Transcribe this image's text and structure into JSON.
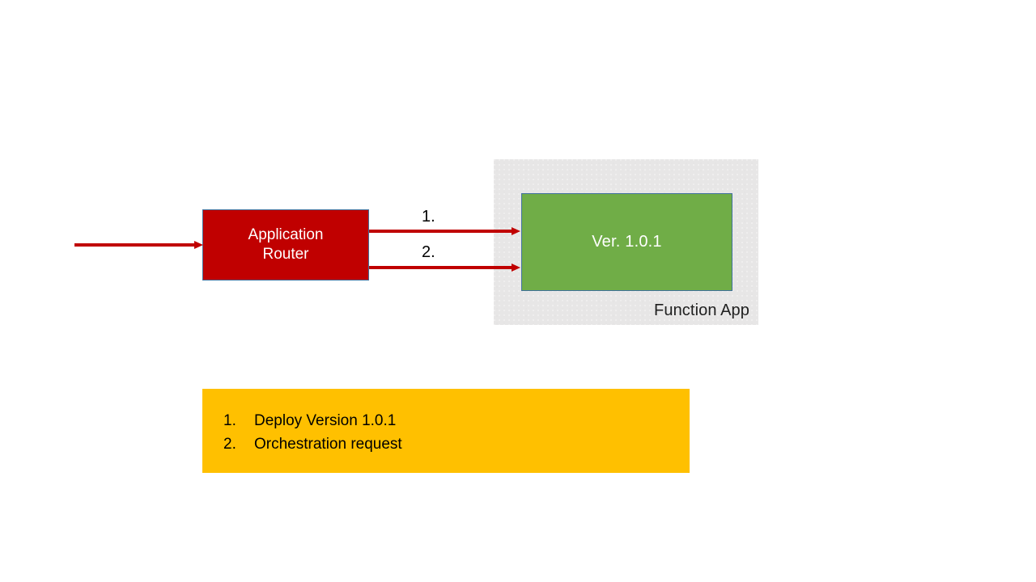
{
  "diagram": {
    "background_color": "#FFFFFF",
    "router": {
      "line1": "Application",
      "line2": "Router",
      "fill_color": "#C00000",
      "border_color": "#41719C",
      "text_color": "#FFFFFF"
    },
    "function_app": {
      "label": "Function App",
      "fill_color": "#E7E6E6",
      "version_box": {
        "label": "Ver. 1.0.1",
        "fill_color": "#70AD47",
        "border_color": "#41719C",
        "text_color": "#FFFFFF"
      }
    },
    "arrows": {
      "color": "#C00000",
      "inbound_label": "",
      "step_one_label": "1.",
      "step_two_label": "2."
    },
    "legend": {
      "fill_color": "#FFC000",
      "text_color": "#000000",
      "items": [
        {
          "marker": "1.",
          "text": "Deploy Version 1.0.1"
        },
        {
          "marker": "2.",
          "text": "Orchestration request"
        }
      ]
    }
  }
}
